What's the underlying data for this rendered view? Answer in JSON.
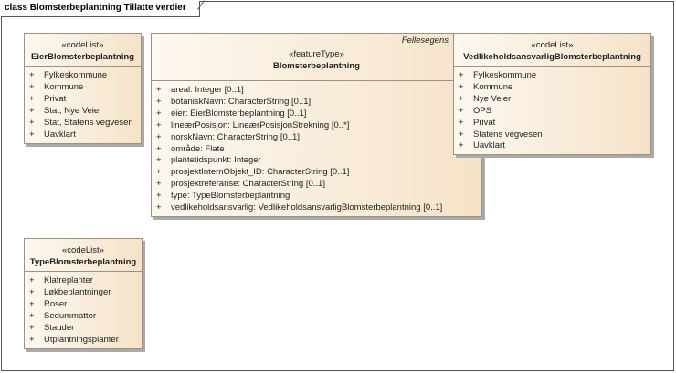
{
  "frame": {
    "title": "class Blomsterbeplantning Tillatte verdier"
  },
  "classes": {
    "eier": {
      "stereotype": "«codeList»",
      "name": "EierBlomsterbeplantning",
      "items": [
        "Fylkeskommune",
        "Kommune",
        "Privat",
        "Stat, Nye Veier",
        "Stat, Statens vegvesen",
        "Uavklart"
      ]
    },
    "main": {
      "tag": "Fellesegens",
      "stereotype": "«featureType»",
      "name": "Blomsterbeplantning",
      "items": [
        "areal: Integer [0..1]",
        "botaniskNavn: CharacterString [0..1]",
        "eier: EierBlomsterbeplantning [0..1]",
        "lineærPosisjon: LineærPosisjonStrekning [0..*]",
        "norskNavn: CharacterString [0..1]",
        "område: Flate",
        "plantetidspunkt: Integer",
        "prosjektInternObjekt_ID: CharacterString [0..1]",
        "prosjektreferanse: CharacterString [0..1]",
        "type: TypeBlomsterbeplantning",
        "vedlikeholdsansvarlig: VedlikeholdsansvarligBlomsterbeplantning [0..1]"
      ]
    },
    "vedl": {
      "stereotype": "«codeList»",
      "name": "VedlikeholdsansvarligBlomsterbeplantning",
      "items": [
        "Fylkeskommune",
        "Kommune",
        "Nye Veier",
        "OPS",
        "Privat",
        "Statens vegvesen",
        "Uavklart"
      ]
    },
    "type": {
      "stereotype": "«codeList»",
      "name": "TypeBlomsterbeplantning",
      "items": [
        "Klatreplanter",
        "Løkbeplantninger",
        "Roser",
        "Sedummatter",
        "Stauder",
        "Utplantningsplanter"
      ]
    }
  },
  "visibility_symbol": "+"
}
